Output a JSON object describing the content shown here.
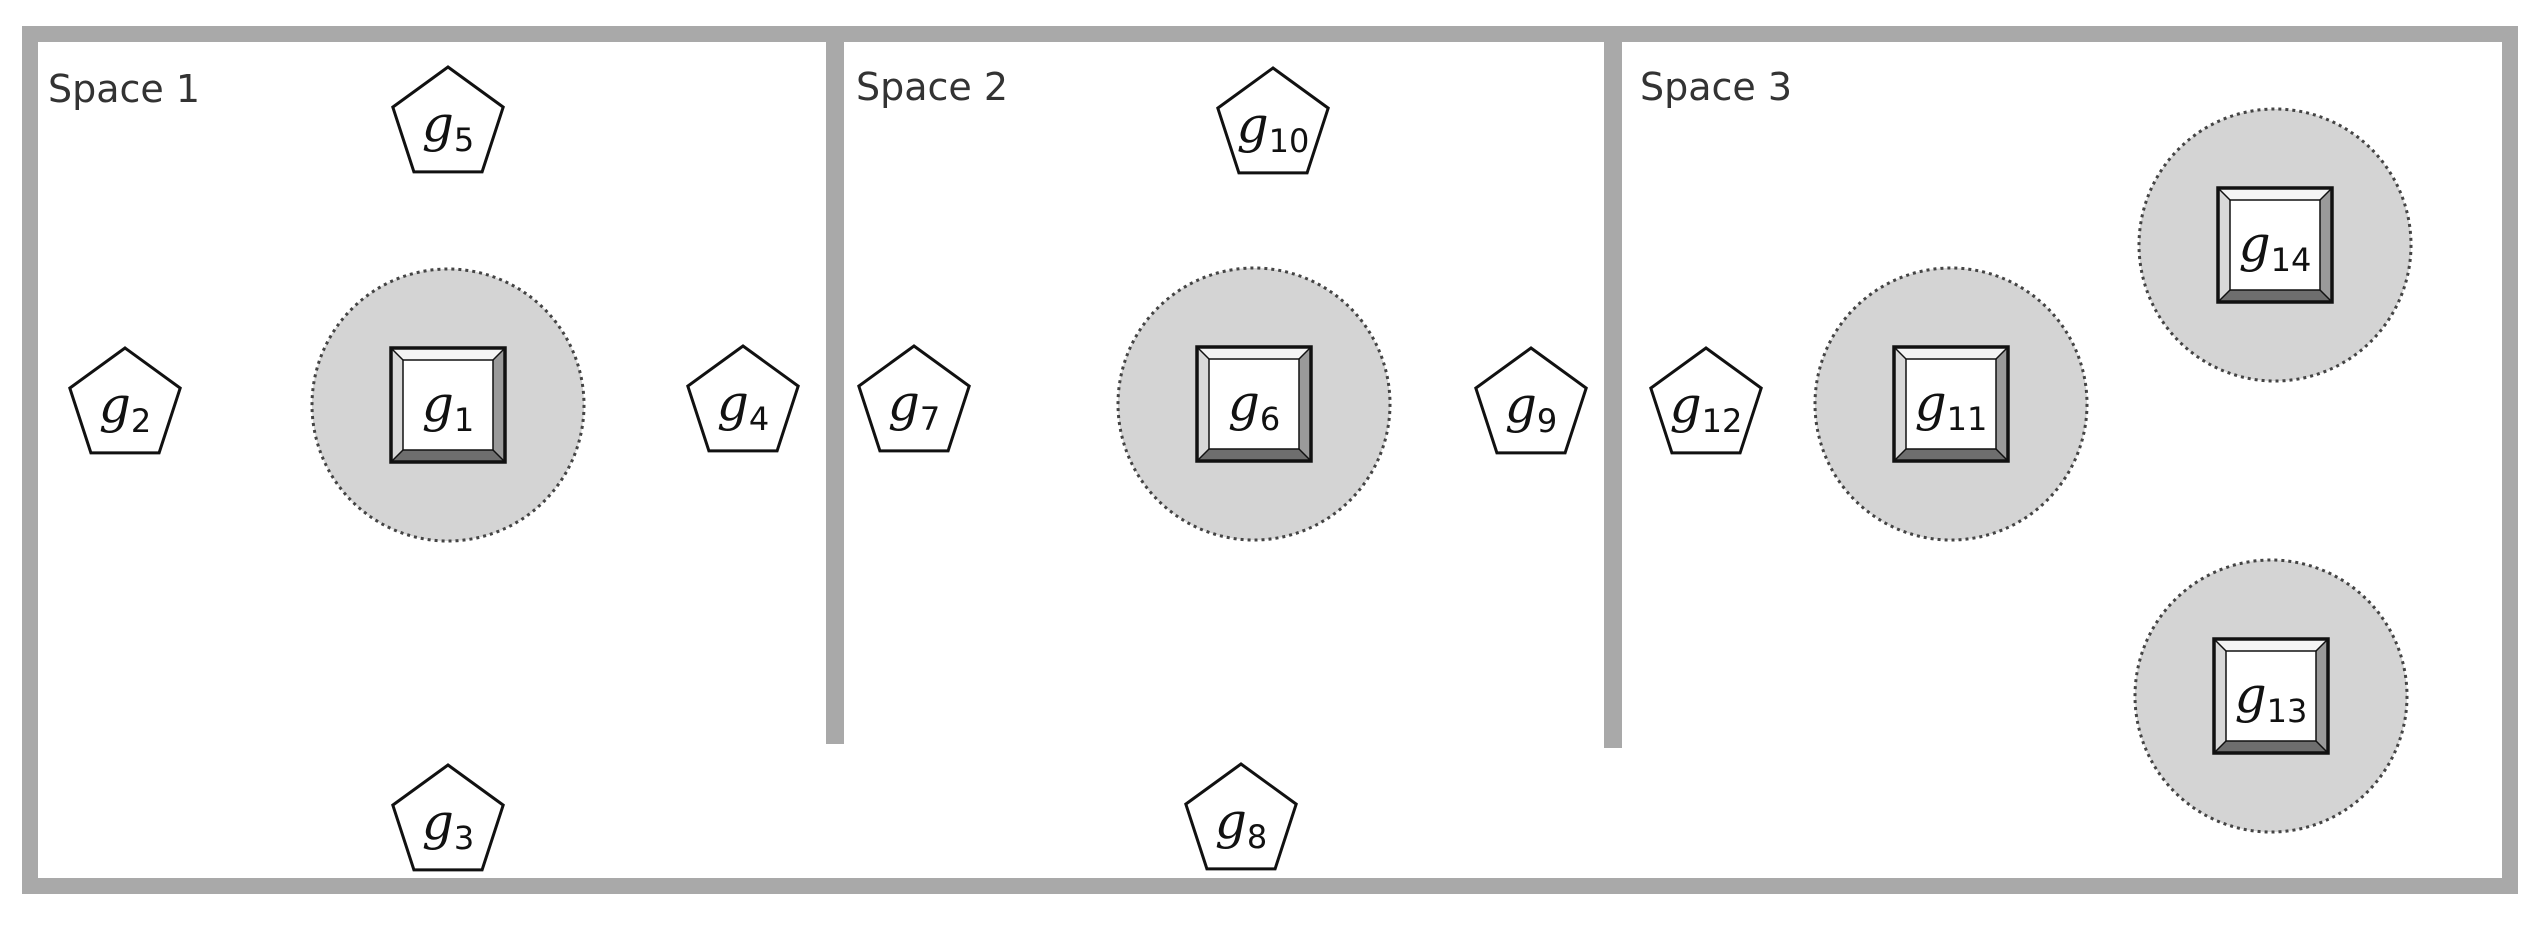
{
  "colors": {
    "frame": "#a9a9a9",
    "background": "#ffffff",
    "circle_fill": "#d4d4d4",
    "circle_stroke": "#444444",
    "outline": "#111111"
  },
  "spaces": [
    {
      "id": "space-1",
      "label": "Space 1"
    },
    {
      "id": "space-2",
      "label": "Space 2"
    },
    {
      "id": "space-3",
      "label": "Space 3"
    }
  ],
  "nodes": [
    {
      "id": "g1",
      "base": "g",
      "sub": "1",
      "shape": "framed-square-in-circle",
      "space": "space-1"
    },
    {
      "id": "g2",
      "base": "g",
      "sub": "2",
      "shape": "pentagon",
      "space": "space-1"
    },
    {
      "id": "g3",
      "base": "g",
      "sub": "3",
      "shape": "pentagon",
      "space": "space-1"
    },
    {
      "id": "g4",
      "base": "g",
      "sub": "4",
      "shape": "pentagon",
      "space": "space-1"
    },
    {
      "id": "g5",
      "base": "g",
      "sub": "5",
      "shape": "pentagon",
      "space": "space-1"
    },
    {
      "id": "g6",
      "base": "g",
      "sub": "6",
      "shape": "framed-square-in-circle",
      "space": "space-2"
    },
    {
      "id": "g7",
      "base": "g",
      "sub": "7",
      "shape": "pentagon",
      "space": "space-2"
    },
    {
      "id": "g8",
      "base": "g",
      "sub": "8",
      "shape": "pentagon",
      "space": "space-2"
    },
    {
      "id": "g9",
      "base": "g",
      "sub": "9",
      "shape": "pentagon",
      "space": "space-2"
    },
    {
      "id": "g10",
      "base": "g",
      "sub": "10",
      "shape": "pentagon",
      "space": "space-2"
    },
    {
      "id": "g11",
      "base": "g",
      "sub": "11",
      "shape": "framed-square-in-circle",
      "space": "space-3"
    },
    {
      "id": "g12",
      "base": "g",
      "sub": "12",
      "shape": "pentagon",
      "space": "space-3"
    },
    {
      "id": "g13",
      "base": "g",
      "sub": "13",
      "shape": "framed-square-in-circle",
      "space": "space-3"
    },
    {
      "id": "g14",
      "base": "g",
      "sub": "14",
      "shape": "framed-square-in-circle",
      "space": "space-3"
    }
  ]
}
